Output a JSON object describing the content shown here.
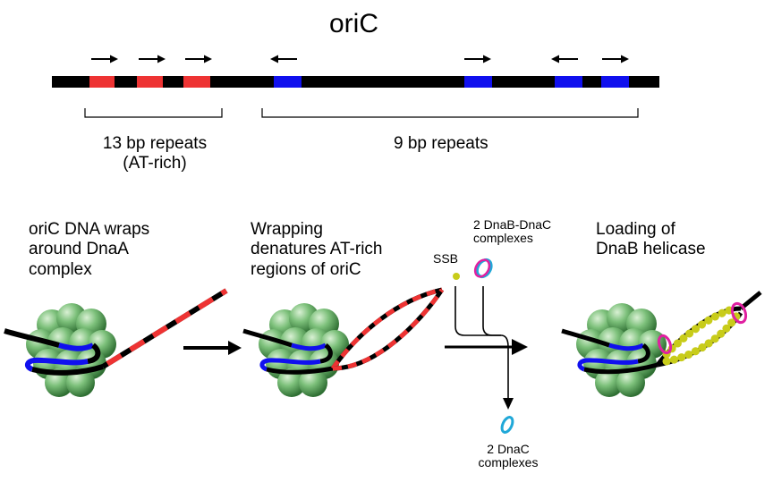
{
  "title": "oriC",
  "repeats": {
    "at_rich": "13 bp repeats\n(AT-rich)",
    "nine_bp": "9 bp repeats"
  },
  "steps": [
    {
      "caption": "oriC DNA wraps\naround DnaA\ncomplex"
    },
    {
      "caption": "Wrapping\ndenatures AT-rich\nregions of oriC"
    },
    {
      "caption": "Loading of\nDnaB helicase"
    }
  ],
  "labels": {
    "ssb": "SSB",
    "dnab_dnac": "2 DnaB-DnaC\ncomplexes",
    "dnac": "2 DnaC\ncomplexes"
  },
  "colors": {
    "dna": "#000000",
    "at_rich_repeat": "#ee3333",
    "nine_bp_repeat": "#1010ee",
    "dnaa": "#5aa55a",
    "ssb": "#c8cc1a",
    "dnab": "#e020a0",
    "dnac": "#20a8d8"
  },
  "repeat_directions": [
    "right",
    "right",
    "right",
    "left",
    "right",
    "left",
    "right"
  ]
}
